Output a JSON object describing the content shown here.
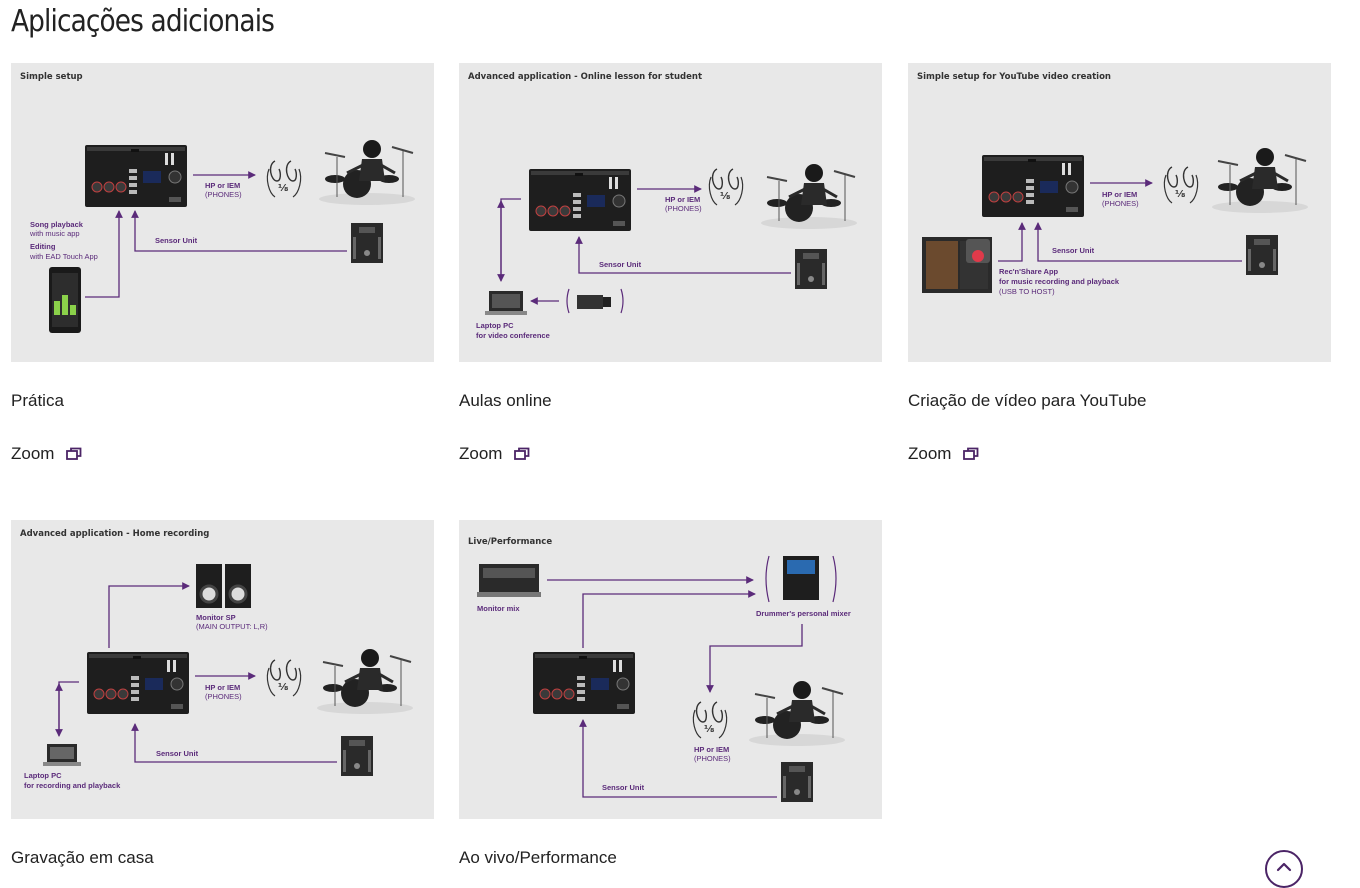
{
  "page": {
    "title": "Aplicações adicionais"
  },
  "cards": [
    {
      "diagram_title": "Simple setup",
      "caption": "Prática",
      "zoom_label": "Zoom",
      "labels": {
        "hp": "HP or IEM",
        "phones": "(PHONES)",
        "sensor": "Sensor Unit",
        "song": "Song playback",
        "song_sub": "with music app",
        "editing": "Editing",
        "editing_sub": "with EAD Touch App"
      }
    },
    {
      "diagram_title": "Advanced application - Online lesson for student",
      "caption": "Aulas online",
      "zoom_label": "Zoom",
      "labels": {
        "hp": "HP or IEM",
        "phones": "(PHONES)",
        "sensor": "Sensor Unit",
        "laptop": "Laptop PC",
        "laptop_sub": "for video conference"
      }
    },
    {
      "diagram_title": "Simple setup for YouTube video creation",
      "caption": "Criação de vídeo para YouTube",
      "zoom_label": "Zoom",
      "labels": {
        "hp": "HP or IEM",
        "phones": "(PHONES)",
        "sensor": "Sensor Unit",
        "app": "Rec'n'Share App",
        "app_sub": "for music recording and playback",
        "app_sub2": "(USB TO HOST)"
      }
    },
    {
      "diagram_title": "Advanced application - Home recording",
      "caption": "Gravação em casa",
      "labels": {
        "hp": "HP or IEM",
        "phones": "(PHONES)",
        "sensor": "Sensor Unit",
        "monitor": "Monitor SP",
        "monitor_sub": "(MAIN OUTPUT: L,R)",
        "laptop": "Laptop PC",
        "laptop_sub": "for recording and playback"
      }
    },
    {
      "diagram_title": "Live/Performance",
      "caption": "Ao vivo/Performance",
      "labels": {
        "hp": "HP or IEM",
        "phones": "(PHONES)",
        "sensor": "Sensor Unit",
        "monitor_mix": "Monitor mix",
        "mixer": "Drummer's personal mixer"
      }
    }
  ],
  "colors": {
    "accent": "#5b2b7a",
    "diagram_bg": "#e8e8e8",
    "device": "#2a2a2a"
  },
  "icons": {
    "zoom": "zoom-window-icon",
    "scroll_top": "chevron-up-icon"
  }
}
